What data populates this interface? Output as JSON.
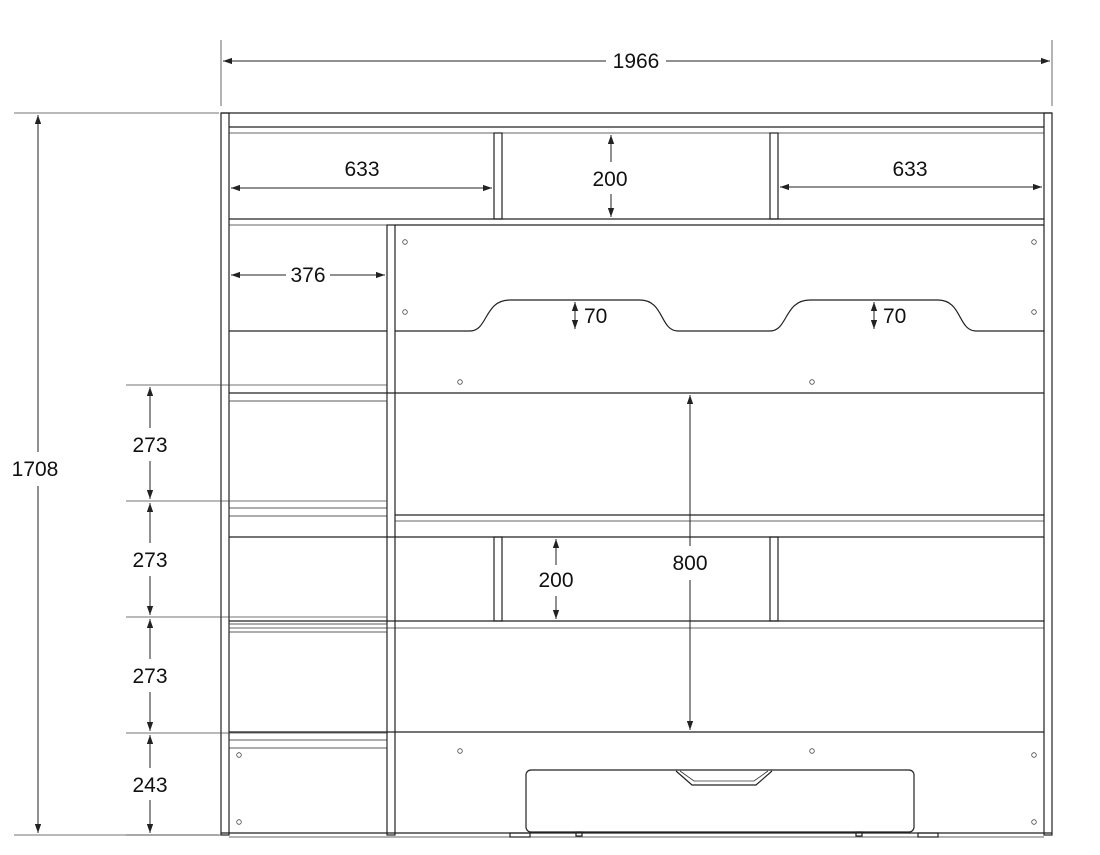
{
  "diagram": {
    "line_color": "#222222",
    "background": "#ffffff",
    "dimensions": {
      "overall_width": "1966",
      "overall_height": "1708",
      "shelf_left_width": "633",
      "shelf_right_width": "633",
      "shelf_top_height": "200",
      "ladder_width": "376",
      "cutout_left_depth": "70",
      "cutout_right_depth": "70",
      "step_1": "273",
      "step_2": "273",
      "step_3": "273",
      "step_4": "243",
      "bed_clearance": "800",
      "shelf_middle_height": "200"
    }
  }
}
